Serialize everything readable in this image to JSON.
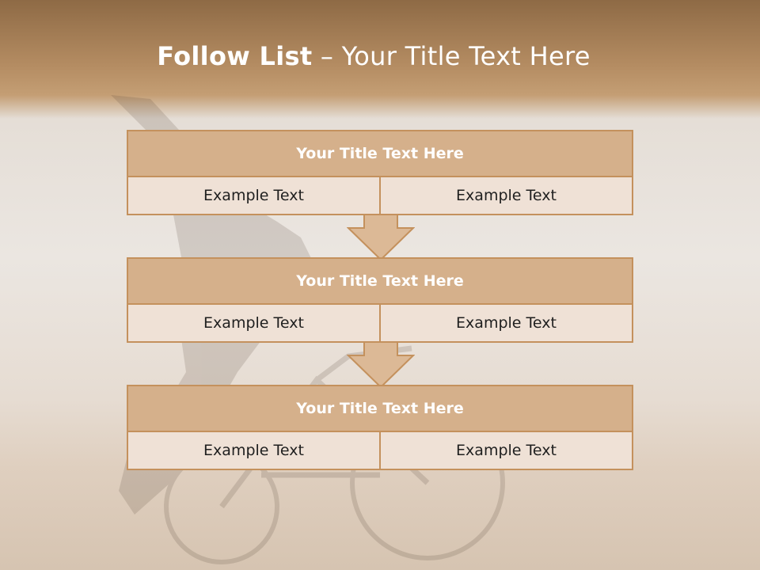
{
  "slide": {
    "title_bold": "Follow List",
    "title_rest": " – Your Title Text Here"
  },
  "steps": [
    {
      "title": "Your Title Text Here",
      "left": "Example Text",
      "right": "Example Text"
    },
    {
      "title": "Your Title Text Here",
      "left": "Example Text",
      "right": "Example Text"
    },
    {
      "title": "Your Title Text Here",
      "left": "Example Text",
      "right": "Example Text"
    }
  ],
  "colors": {
    "header_band": "#b48c62",
    "box_border": "#c4915d",
    "box_head": "#d5b08b",
    "box_body": "#efe1d6"
  },
  "icons": [
    "cyclist-silhouette",
    "arrow-down-icon"
  ]
}
